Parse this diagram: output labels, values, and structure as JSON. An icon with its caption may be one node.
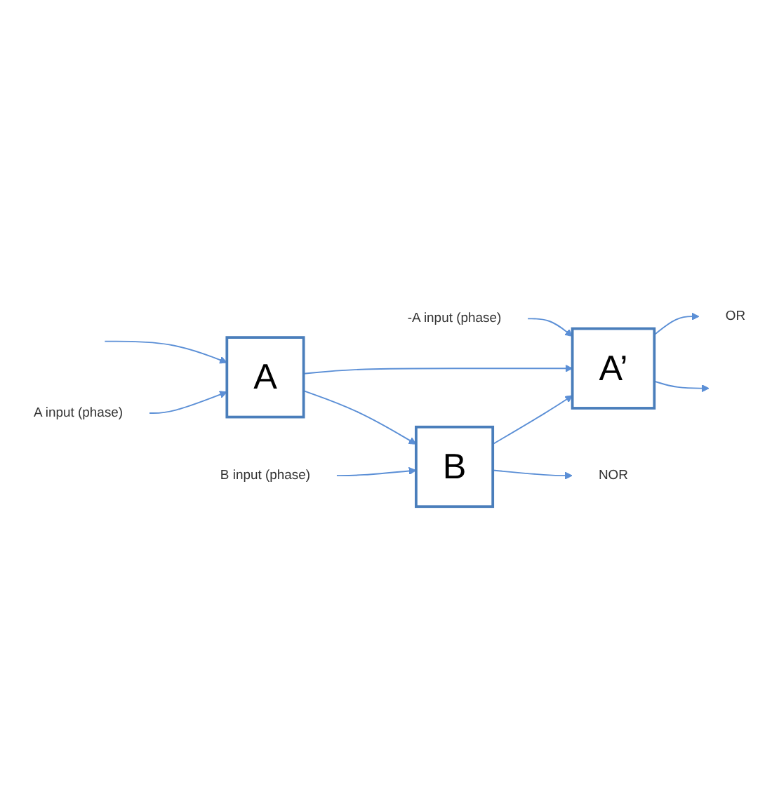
{
  "diagram": {
    "nodes": [
      {
        "text": [
          "OR"
        ]
      },
      {
        "text": [
          "A’"
        ]
      },
      {
        "text": [
          "-A input (phase)"
        ]
      },
      {
        "text": [
          "NOR"
        ]
      },
      {
        "text": [
          "B"
        ]
      },
      {
        "text": [
          "A"
        ]
      },
      {
        "text": [
          "B input (phase)"
        ]
      },
      {
        "text": [
          "A input (phase)"
        ]
      }
    ],
    "edges": [
      {
        "from": null,
        "to": 5,
        "arrow": "to"
      },
      {
        "from": 5,
        "to": 1,
        "arrow": "to"
      },
      {
        "from": 5,
        "to": 4,
        "arrow": "to"
      },
      {
        "from": 7,
        "to": 5,
        "arrow": "to"
      },
      {
        "from": 4,
        "to": 1,
        "arrow": "to"
      },
      {
        "from": 6,
        "to": 4,
        "arrow": "to"
      },
      {
        "from": 4,
        "to": 3,
        "arrow": "to"
      },
      {
        "from": 2,
        "to": 1,
        "arrow": "to"
      },
      {
        "from": 1,
        "to": 0,
        "arrow": "to"
      },
      {
        "from": 1,
        "to": null,
        "arrow": "to"
      }
    ]
  }
}
